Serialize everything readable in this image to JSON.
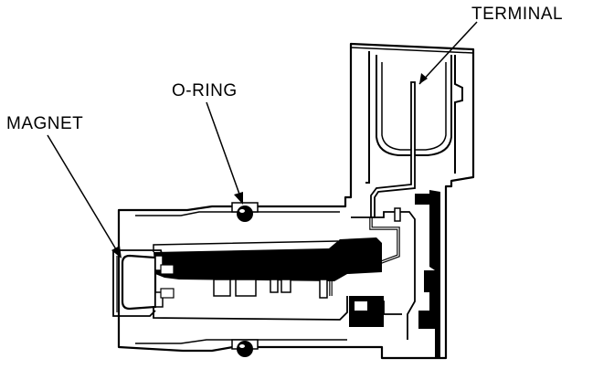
{
  "labels": {
    "terminal": "TERMINAL",
    "o_ring": "O-RING",
    "magnet": "MAGNET"
  },
  "colors": {
    "ink": "#000000",
    "paper": "#ffffff"
  }
}
